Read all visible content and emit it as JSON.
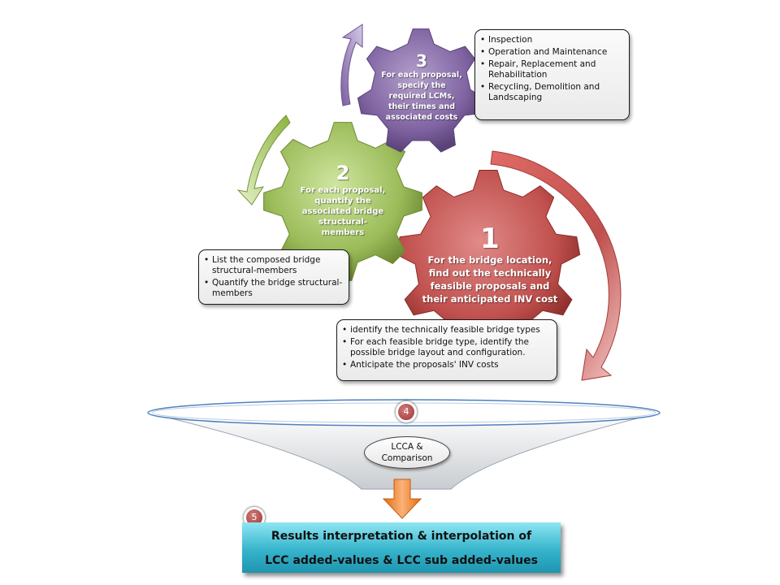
{
  "gears": [
    {
      "number": "1",
      "text": "For the bridge location, find out the technically feasible proposals and their anticipated INV cost",
      "color": "#c0504d"
    },
    {
      "number": "2",
      "text": "For each proposal, quantify the associated bridge structural-members",
      "color": "#9bbb59"
    },
    {
      "number": "3",
      "text": "For each proposal, specify the required LCMs, their times and associated costs",
      "color": "#8064a2"
    }
  ],
  "notes": {
    "gear1": [
      "identify the technically feasible bridge types",
      "For each feasible bridge type, identify the possible bridge layout and configuration.",
      "Anticipate the proposals' INV costs"
    ],
    "gear2": [
      "List the composed bridge structural-members",
      "Quantify the bridge structural-members"
    ],
    "gear3": [
      "Inspection",
      "Operation and Maintenance",
      "Repair, Replacement and Rehabilitation",
      "Recycling, Demolition and Landscaping"
    ]
  },
  "funnel": {
    "badge": "4",
    "label_line1": "LCCA &",
    "label_line2": "Comparison"
  },
  "result": {
    "badge": "5",
    "line1": "Results interpretation & interpolation of",
    "line2": "LCC added-values & LCC sub added-values"
  },
  "colors": {
    "arrow_down": "#f79646",
    "result_box": "#4bacc6"
  }
}
